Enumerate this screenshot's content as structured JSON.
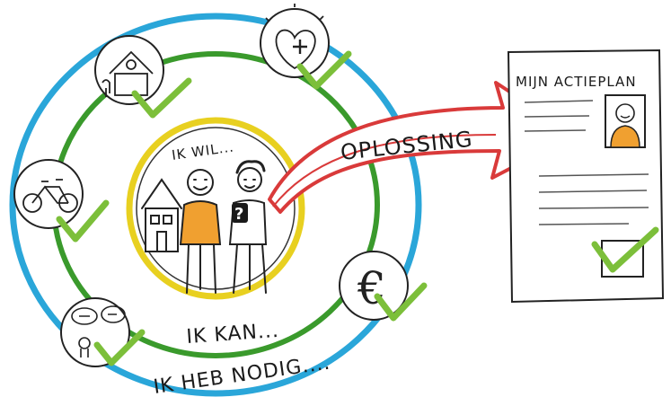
{
  "rings": {
    "inner_label": "IK WIL...",
    "middle_label": "IK KAN...",
    "outer_label": "IK HEB NODIG...."
  },
  "arrow": {
    "label": "OPLOSSING"
  },
  "plan": {
    "title": "MIJN ACTIEPLAN"
  },
  "icons": {
    "house": "house-icon",
    "heart": "heart-plus-icon",
    "bike": "tandem-bike-icon",
    "euro": "euro-icon",
    "chat": "speech-bubbles-icon"
  },
  "colors": {
    "outer_ring": "#2aa6d9",
    "middle_ring": "#3a9a2c",
    "inner_ring": "#e8d020",
    "arrow": "#d93a3a",
    "check": "#7cbf3a",
    "shirt": "#f0a030"
  }
}
